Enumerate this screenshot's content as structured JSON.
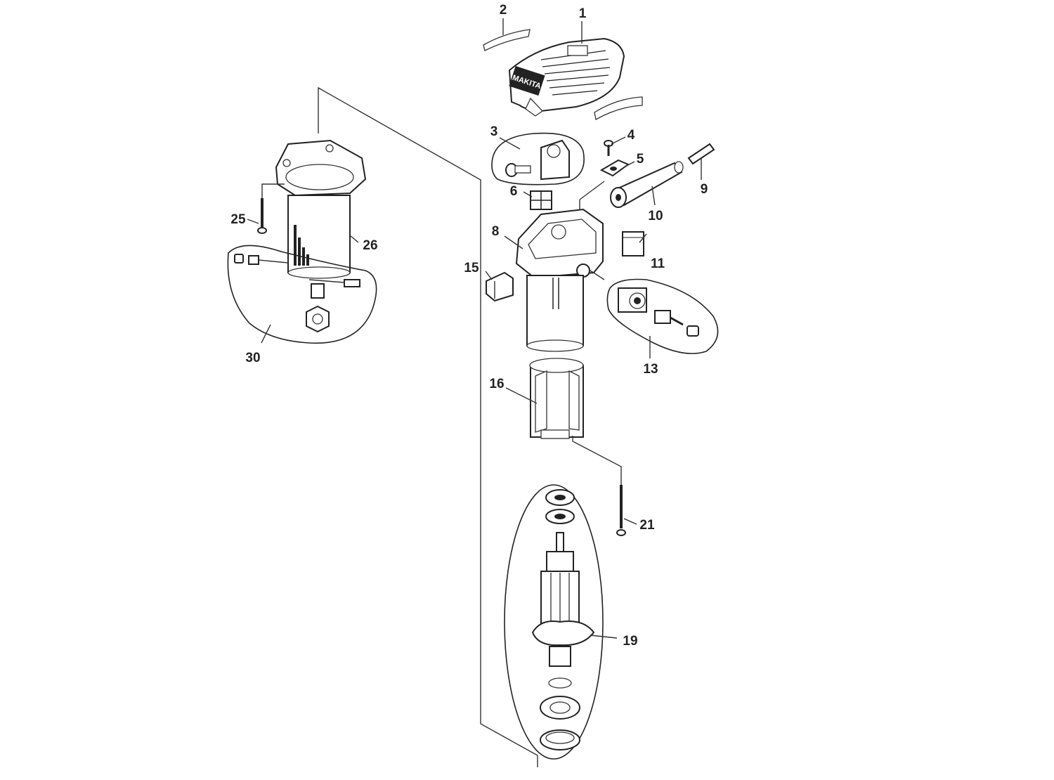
{
  "diagram": {
    "part_labels": {
      "p1": "1",
      "p2": "2",
      "p3": "3",
      "p4": "4",
      "p5": "5",
      "p6": "6",
      "p8": "8",
      "p9": "9",
      "p10": "10",
      "p11": "11",
      "p13": "13",
      "p15": "15",
      "p16": "16",
      "p19": "19",
      "p21": "21",
      "p25": "25",
      "p26": "26",
      "p30": "30"
    },
    "brand_marking": "MAKITA"
  }
}
